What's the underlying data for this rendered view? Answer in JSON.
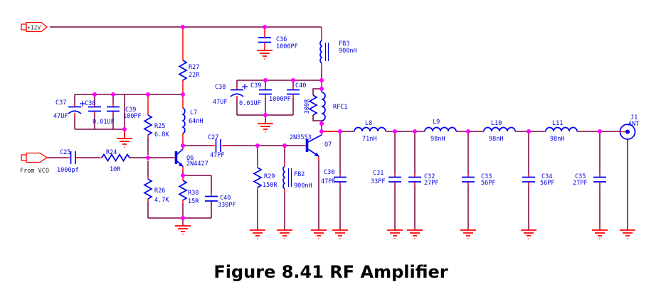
{
  "title": "Figure 8.41 RF Amplifier",
  "flags": {
    "power": "+12V",
    "input": "From VCO"
  },
  "colors": {
    "wire": "#7B0041",
    "pin": "#FF0000",
    "part": "#0000EE",
    "label": "#0000E0",
    "junction": "#FF00FF",
    "ground": "#FF0000",
    "flag_outline": "#FF0000",
    "caption": "#000000",
    "background": "#FFFFFF"
  },
  "components": {
    "r24": {
      "ref": "R24",
      "value": "10R"
    },
    "r25": {
      "ref": "R25",
      "value": "6.8K"
    },
    "r26": {
      "ref": "R26",
      "value": "4.7K"
    },
    "r27": {
      "ref": "R27",
      "value": "22R"
    },
    "r29": {
      "ref": "R29",
      "value": "150R"
    },
    "r30": {
      "ref": "R30",
      "value": "15R"
    },
    "r_rfc": {
      "value": "300R"
    },
    "rfc1": {
      "ref": "RFC1"
    },
    "c25": {
      "ref": "C25",
      "value": "1000pf"
    },
    "c27": {
      "ref": "C27",
      "value": "47PF"
    },
    "c30": {
      "ref": "C30",
      "value": "47PF"
    },
    "c31": {
      "ref": "C31",
      "value": "33PF"
    },
    "c32": {
      "ref": "C32",
      "value": "27PF"
    },
    "c33": {
      "ref": "C33",
      "value": "56PF"
    },
    "c34": {
      "ref": "C34",
      "value": "56PF"
    },
    "c35": {
      "ref": "C35",
      "value": "27PF"
    },
    "c36": {
      "ref": "C36",
      "value": "1000PF"
    },
    "c37": {
      "ref": "C37",
      "value": "47UF"
    },
    "c38_left": {
      "ref": "C38",
      "value": "0.01UF"
    },
    "c39_left": {
      "ref": "C39",
      "value": "100PF"
    },
    "c38_mid": {
      "ref": "C38",
      "value": "47UF"
    },
    "c39_mid": {
      "ref": "C39",
      "value": "0.01UF"
    },
    "c40_mid": {
      "ref": "C40",
      "value": "1000PF"
    },
    "c40_emitter": {
      "ref": "C40",
      "value": "330PF"
    },
    "l7": {
      "ref": "L7",
      "value": "64nH"
    },
    "l8": {
      "ref": "L8",
      "value": "71nH"
    },
    "l9": {
      "ref": "L9",
      "value": "98nH"
    },
    "l10": {
      "ref": "L10",
      "value": "98nH"
    },
    "l11": {
      "ref": "L11",
      "value": "98nH"
    },
    "fb2": {
      "ref": "FB2",
      "value": "900nH"
    },
    "fb3": {
      "ref": "FB3",
      "value": "900nH"
    },
    "q6": {
      "ref": "Q6",
      "value": "2N4427"
    },
    "q7": {
      "ref": "Q7",
      "value": "2N3553"
    },
    "j1": {
      "ref": "J1",
      "value": "ANT"
    }
  }
}
